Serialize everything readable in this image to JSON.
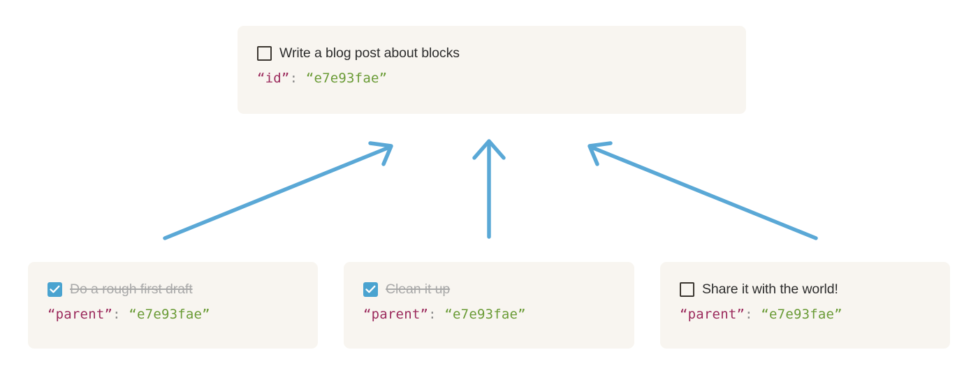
{
  "diagram": {
    "title_hidden": "",
    "accent_color": "#5aa8d6",
    "card_background": "#f8f5f0",
    "json_key_color": "#9b2a5c",
    "json_value_color": "#6a9b36",
    "checkbox_checked_color": "#4aa3d0"
  },
  "parent_card": {
    "checkbox_state": "unchecked",
    "checkbox_icon": "checkbox-empty-icon",
    "todo_label": "Write a blog post about blocks",
    "json": {
      "key": "“id”",
      "colon": ":",
      "value": "“e7e93fae”"
    }
  },
  "child_cards": [
    {
      "checkbox_state": "checked",
      "checkbox_icon": "checkbox-checked-icon",
      "todo_label": "Do a rough first draft",
      "completed": true,
      "json": {
        "key": "“parent”",
        "colon": ":",
        "value": "“e7e93fae”"
      }
    },
    {
      "checkbox_state": "checked",
      "checkbox_icon": "checkbox-checked-icon",
      "todo_label": "Clean it up",
      "completed": true,
      "json": {
        "key": "“parent”",
        "colon": ":",
        "value": "“e7e93fae”"
      }
    },
    {
      "checkbox_state": "unchecked",
      "checkbox_icon": "checkbox-empty-icon",
      "todo_label": "Share it with the world!",
      "completed": false,
      "json": {
        "key": "“parent”",
        "colon": ":",
        "value": "“e7e93fae”"
      }
    }
  ],
  "arrows": [
    {
      "name": "arrow-child-1-to-parent",
      "direction": "up-right"
    },
    {
      "name": "arrow-child-2-to-parent",
      "direction": "up"
    },
    {
      "name": "arrow-child-3-to-parent",
      "direction": "up-left"
    }
  ]
}
